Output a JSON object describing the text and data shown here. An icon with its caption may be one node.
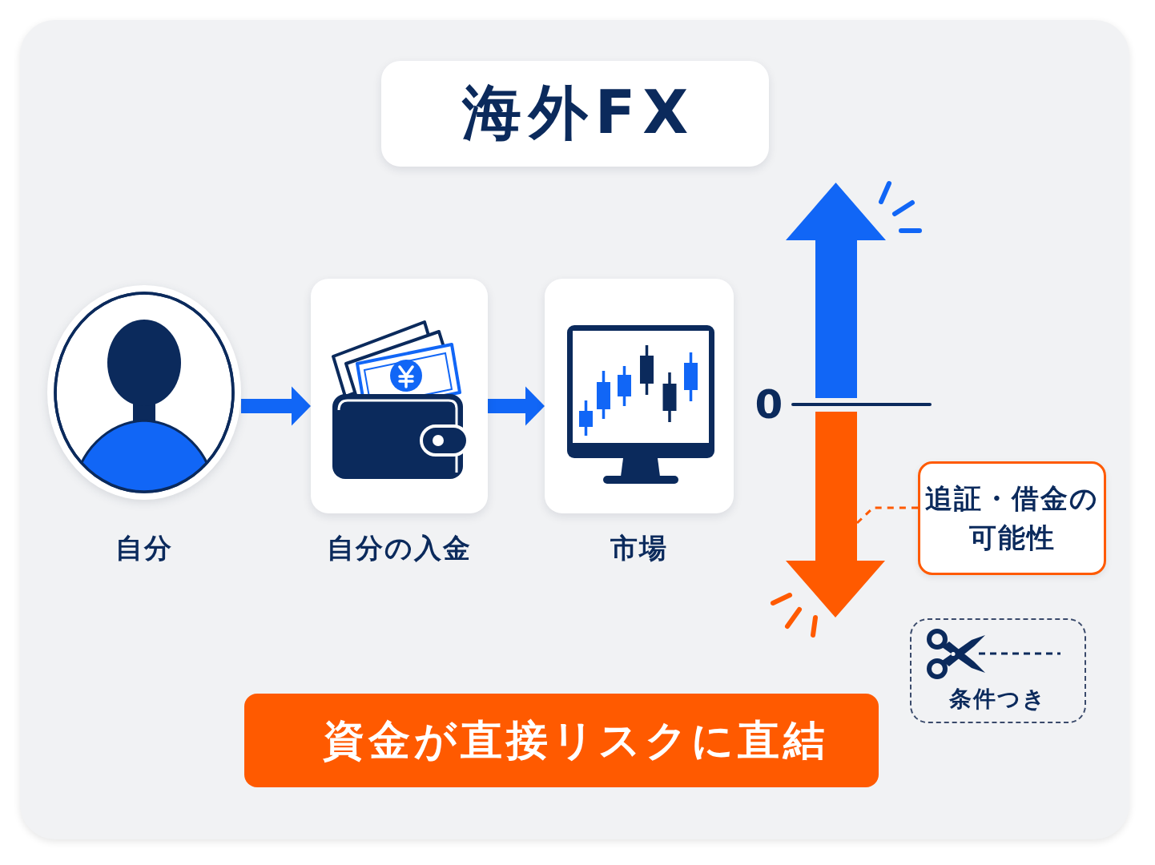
{
  "diagram": {
    "title": "海外FX",
    "nodes": [
      {
        "text": [],
        "shape": "person",
        "beside": [
          "自分"
        ]
      },
      {
        "text": [],
        "shape": "picture",
        "beside": [
          "自分の入金"
        ]
      },
      {
        "text": [],
        "shape": "picture",
        "beside": [
          "市場"
        ]
      },
      {
        "text": [
          "追証・借金の可能性"
        ]
      },
      {
        "text": [
          "条件つき"
        ]
      },
      {
        "text": [
          "資金が直接リスクに直結"
        ]
      }
    ],
    "edges": [
      {
        "from": 0,
        "to": 1,
        "arrow": "to"
      },
      {
        "from": 1,
        "to": 2,
        "arrow": "to"
      },
      {
        "from": 3,
        "to": null,
        "arrow": "none",
        "style": "dashed",
        "color": "#ff5a00"
      }
    ],
    "labels": [
      "0"
    ]
  }
}
